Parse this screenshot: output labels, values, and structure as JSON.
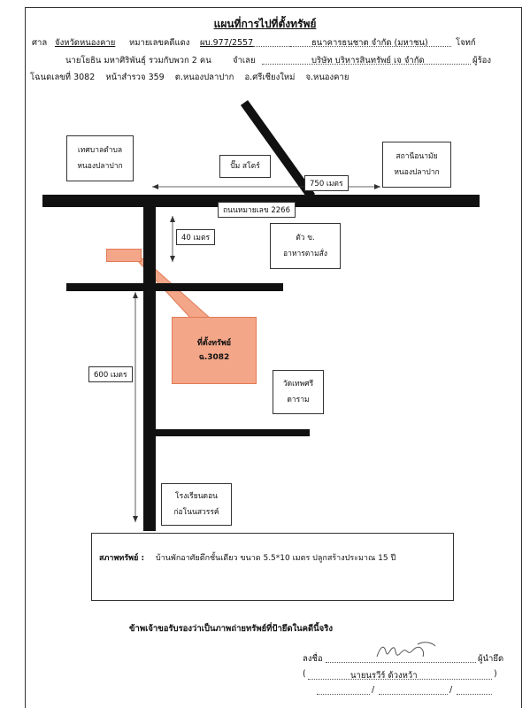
{
  "header": {
    "title": "แผนที่การไปที่ตั้งทรัพย์",
    "court_label": "ศาล",
    "court_name": "จังหวัดหนองคาย",
    "case_label": "หมายเลขคดีแดง",
    "case_number": "ผบ.977/2557",
    "plaintiff_name": "ธนาคารธนชาต จำกัด (มหาชน)",
    "plaintiff_label": "โจทก์",
    "defendant_name": "นายโยธิน มหาศิริพันธุ์ รวมกับพวก 2 คน",
    "defendant_label": "จำเลย",
    "claimant_name": "บริษัท บริหารสินทรัพย์ เจ จำกัด",
    "claimant_label": "ผู้ร้อง",
    "deed_line": "โฉนดเลขที่ 3082    หน้าสำรวจ 359    ต.หนองปลาปาก    อ.ศรีเชียงใหม่    จ.หนองคาย"
  },
  "map": {
    "tessaban_line1": "เทศบาลตำบล",
    "tessaban_line2": "หนองปลาปาก",
    "pump": "ปั๊ม สโตร์",
    "health_line1": "สถานีอนามัย",
    "health_line2": "หนองปลาปาก",
    "distance_750": "750 เมตร",
    "road_name": "ถนนหมายเลข 2266",
    "distance_40": "40 เมตร",
    "market_line1": "ตัว ข.",
    "market_line2": "อาหารตามสั่ง",
    "property_line1": "ที่ตั้งทรัพย์",
    "property_line2": "ฉ.3082",
    "distance_600": "600 เมตร",
    "temple_line1": "วัดเทพศรี",
    "temple_line2": "ดาราม",
    "school_line1": "โรงเรียนดอน",
    "school_line2": "ก่อโนนสวรรค์"
  },
  "condition": {
    "label": "สภาพทรัพย์ :",
    "text": "บ้านพักอาศัยตึกชั้นเดียว  ขนาด 5.5*10 เมตร ปลูกสร้างประมาณ 15 ปี"
  },
  "certification": "ข้าพเจ้าขอรับรองว่าเป็นภาพถ่ายทรัพย์ที่ป้ายึดในคดีนี้จริง",
  "signature": {
    "sign_label": "ลงชื่อ",
    "role": "ผู้นำยึด",
    "name": "นายนรวีร์ ด้วงหว้า",
    "open_paren": "(",
    "close_paren": ")",
    "date_slash1": "/",
    "date_slash2": "/"
  }
}
